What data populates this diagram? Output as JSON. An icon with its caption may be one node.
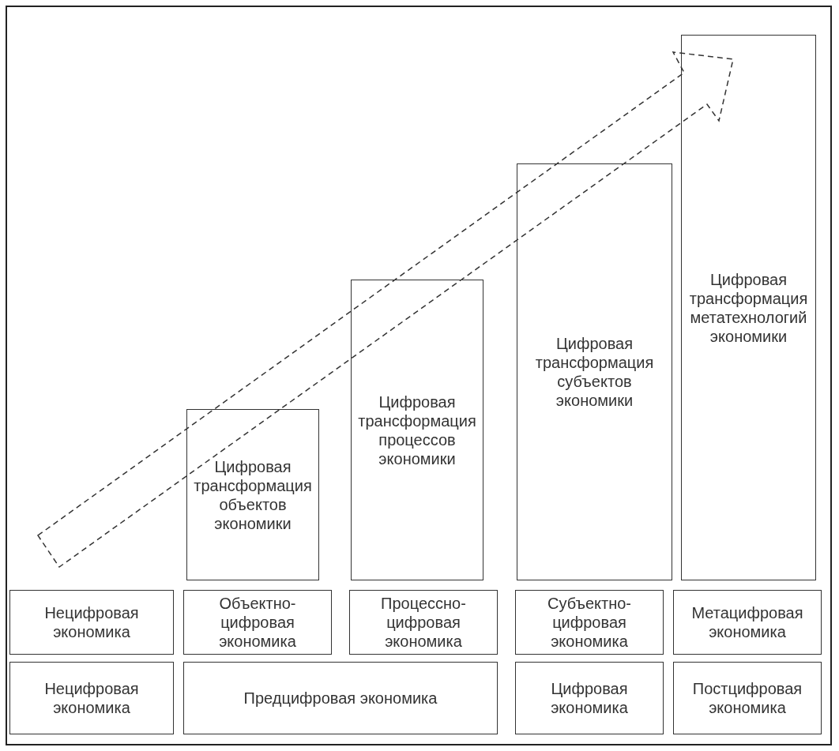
{
  "diagram": {
    "nodes": [
      {
        "text": [
          "Цифровая трансформация объектов экономики"
        ]
      },
      {
        "text": [
          "Цифровая трансформация процессов экономики"
        ]
      },
      {
        "text": [
          "Цифровая трансформация субъектов экономики"
        ]
      },
      {
        "text": [
          "Цифровая трансформация метатехнологий экономики"
        ]
      },
      {
        "text": [
          "Нецифровая экономика"
        ]
      },
      {
        "text": [
          "Объектно-цифровая экономика"
        ]
      },
      {
        "text": [
          "Процессно-цифровая экономика"
        ]
      },
      {
        "text": [
          "Субъектно-цифровая экономика"
        ]
      },
      {
        "text": [
          "Метацифровая экономика"
        ]
      },
      {
        "text": [
          "Нецифровая экономика"
        ]
      },
      {
        "text": [
          "Предцифровая экономика"
        ]
      },
      {
        "text": [
          "Цифровая экономика"
        ]
      },
      {
        "text": [
          "Постцифровая экономика"
        ]
      }
    ]
  }
}
